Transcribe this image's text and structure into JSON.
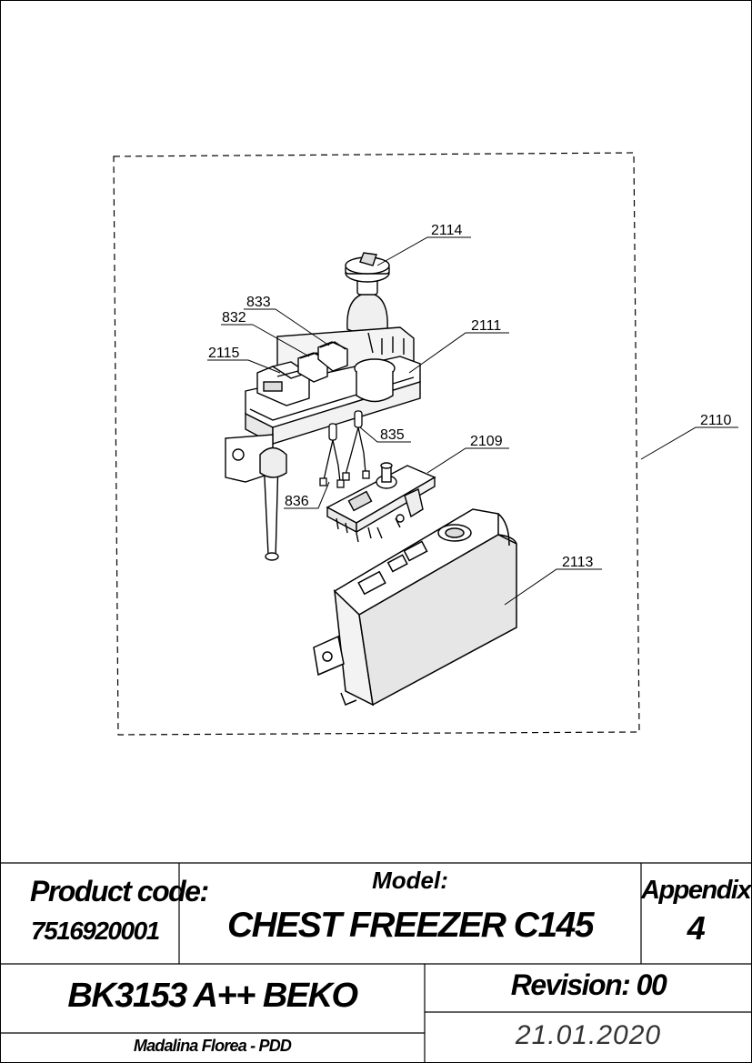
{
  "drawing": {
    "callouts": [
      {
        "id": "2114"
      },
      {
        "id": "833"
      },
      {
        "id": "832"
      },
      {
        "id": "2111"
      },
      {
        "id": "2115"
      },
      {
        "id": "835"
      },
      {
        "id": "2109"
      },
      {
        "id": "2110"
      },
      {
        "id": "836"
      },
      {
        "id": "2113"
      }
    ]
  },
  "title_block": {
    "product_code_label": "Product code:",
    "product_code": "7516920001",
    "model_label": "Model:",
    "model": "CHEST FREEZER C145",
    "appendix_label": "Appendix:",
    "appendix": "4",
    "variant": "BK3153 A++ BEKO",
    "revision": "Revision: 00",
    "author": "Madalina Florea - PDD",
    "date": "21.01.2020"
  },
  "colors": {
    "ink": "#000000",
    "paper": "#ffffff",
    "shade": "#e4e4e4"
  }
}
